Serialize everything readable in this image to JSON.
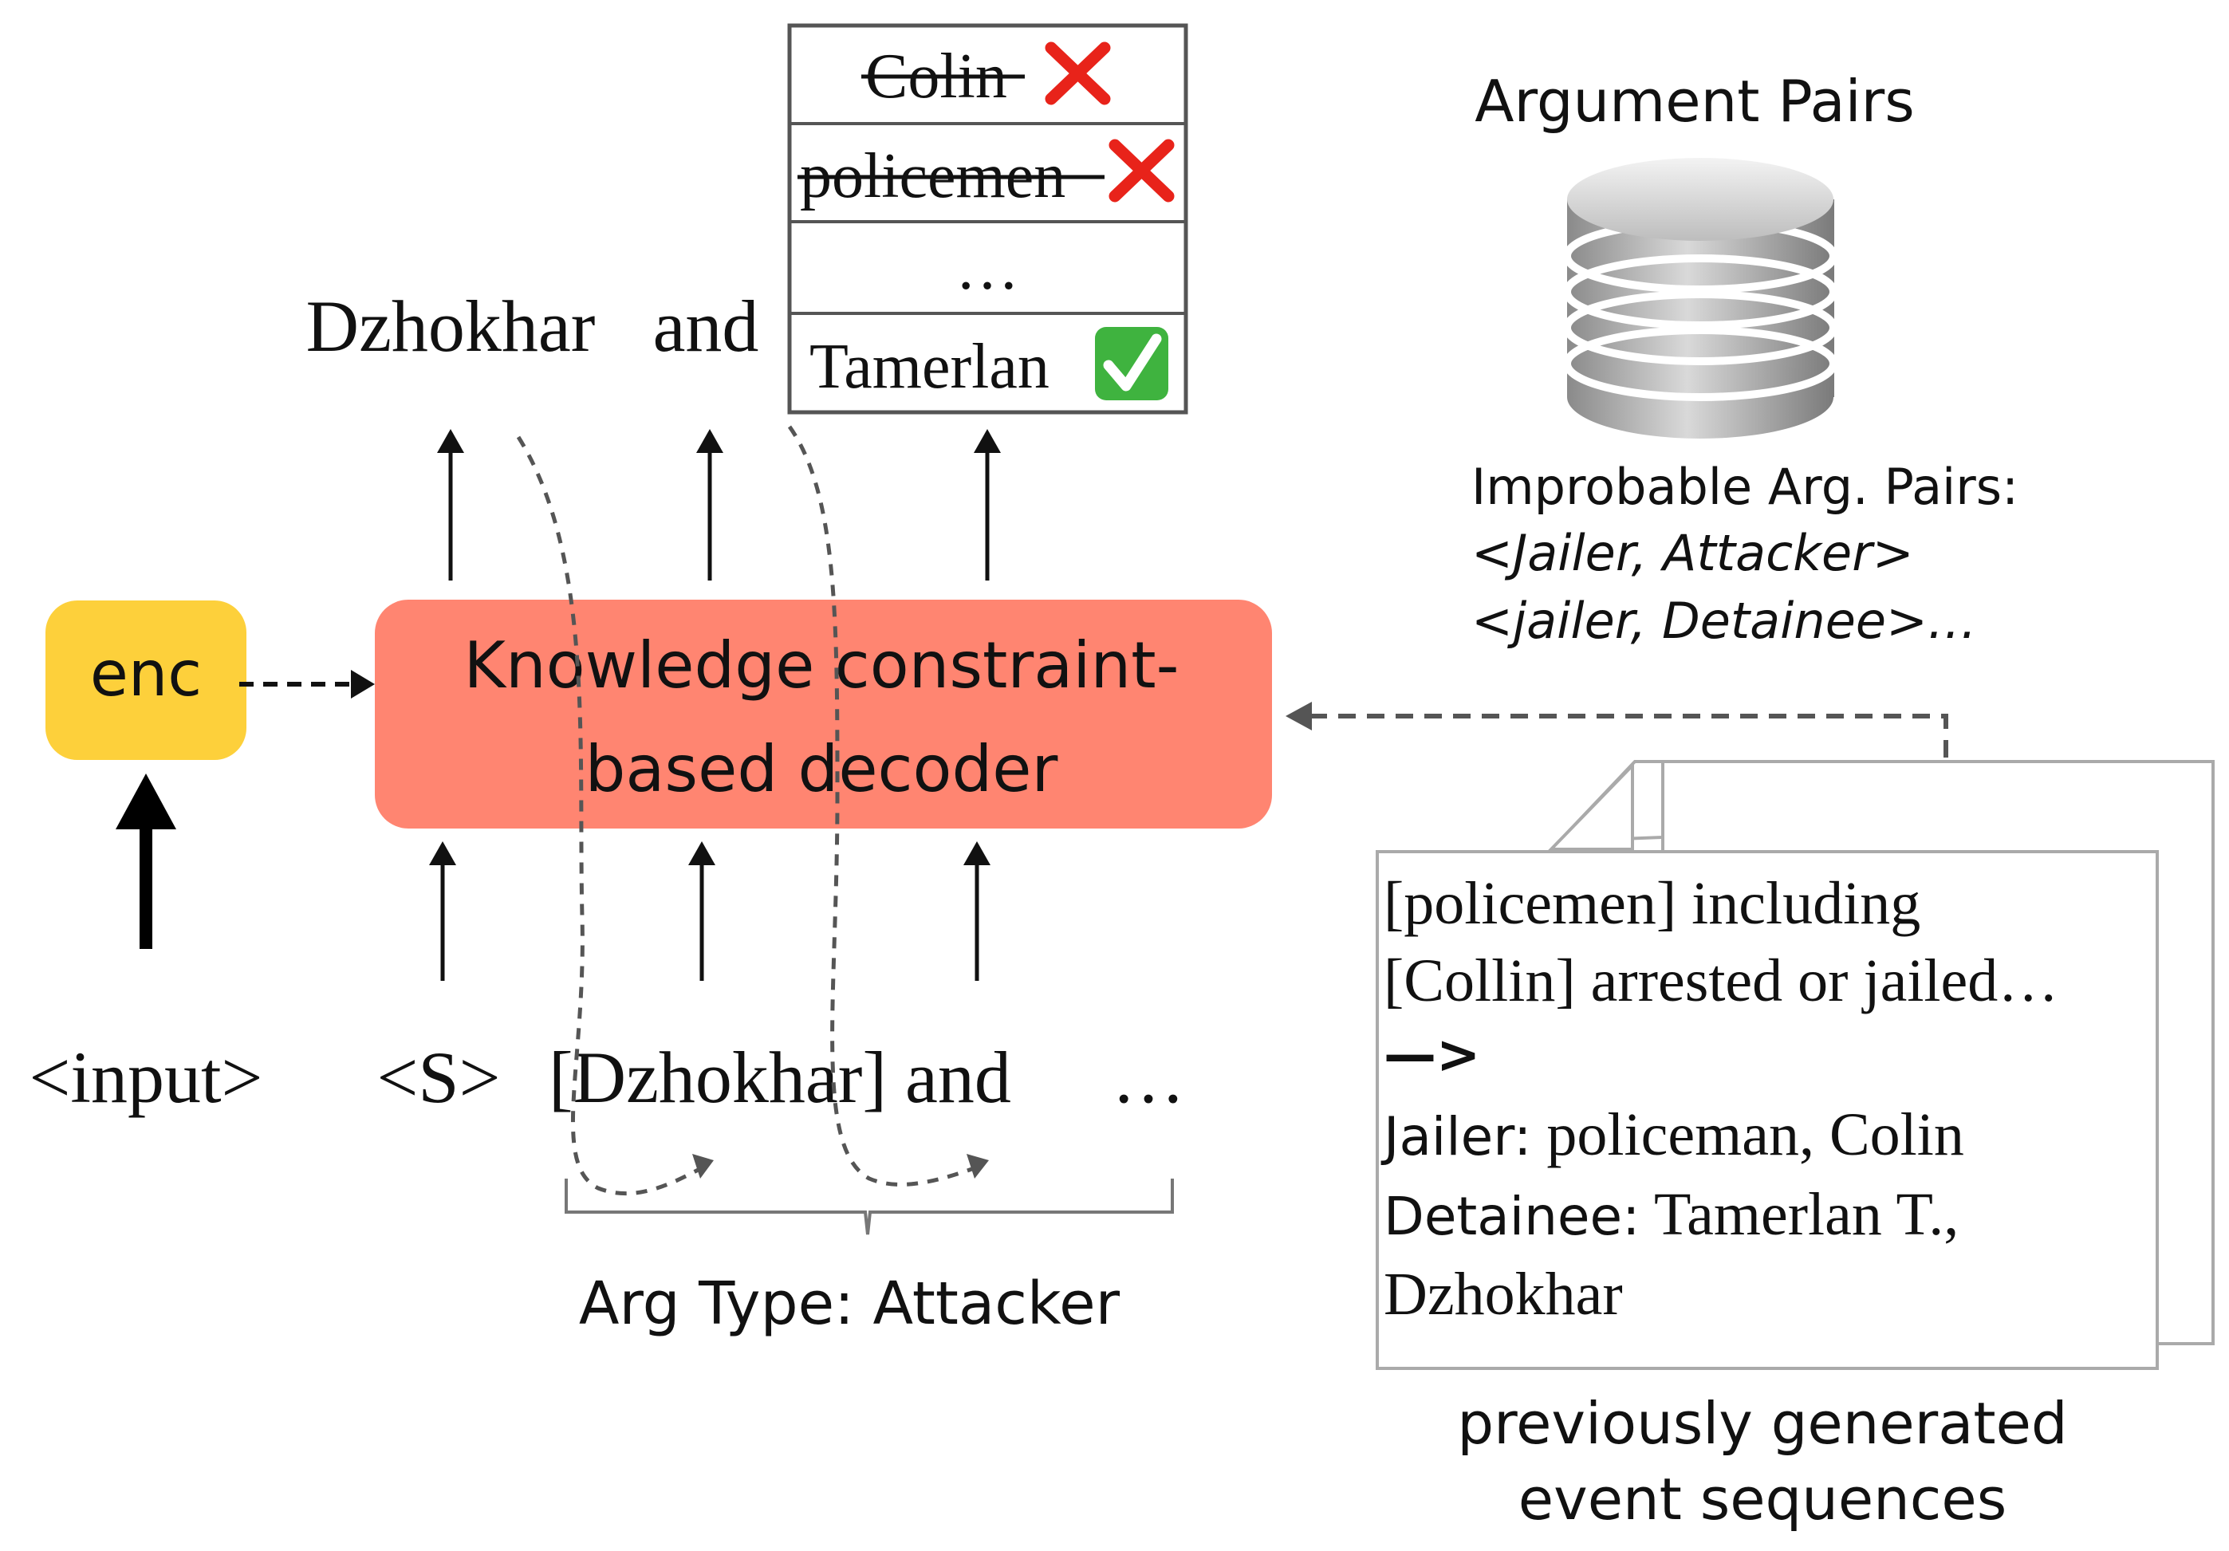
{
  "encoder": {
    "label": "enc",
    "color": "#FDD03B"
  },
  "decoder": {
    "line1": "Knowledge constraint-",
    "line2": "based decoder",
    "color": "#FF8571"
  },
  "input_tokens": {
    "input": "<input>",
    "start": "<S>",
    "dzhokhar": "[Dzhokhar] and",
    "ellipsis": "…"
  },
  "output_tokens": {
    "dzhokhar": "Dzhokhar",
    "and": "and"
  },
  "candidates": [
    {
      "text": "Colin",
      "status": "rejected",
      "mark": "✕"
    },
    {
      "text": "policemen",
      "status": "rejected",
      "mark": "✕"
    },
    {
      "text": "…",
      "status": "none",
      "mark": ""
    },
    {
      "text": "Tamerlan",
      "status": "accepted",
      "mark": "✓"
    }
  ],
  "arg_type_label": "Arg Type: Attacker",
  "argument_pairs": {
    "title": "Argument Pairs",
    "improbable_label": "Improbable Arg. Pairs:",
    "pair1": "<Jailer, Attacker>",
    "pair2": "<jailer, Detainee>…"
  },
  "event_doc": {
    "line1": "[policemen] including",
    "line2": "[Collin] arrested or jailed…",
    "arrow": "—>",
    "jailer_label": "Jailer:",
    "jailer_value": " policeman, Colin",
    "detainee_label": "Detainee:",
    "detainee_value": " Tamerlan  T.,",
    "detainee_value2": "Dzhokhar"
  },
  "previous_caption": {
    "line1": "previously generated",
    "line2": "event sequences"
  },
  "colors": {
    "reject": "#E8231A",
    "accept_bg": "#3FB33F",
    "dashed": "#555555"
  }
}
